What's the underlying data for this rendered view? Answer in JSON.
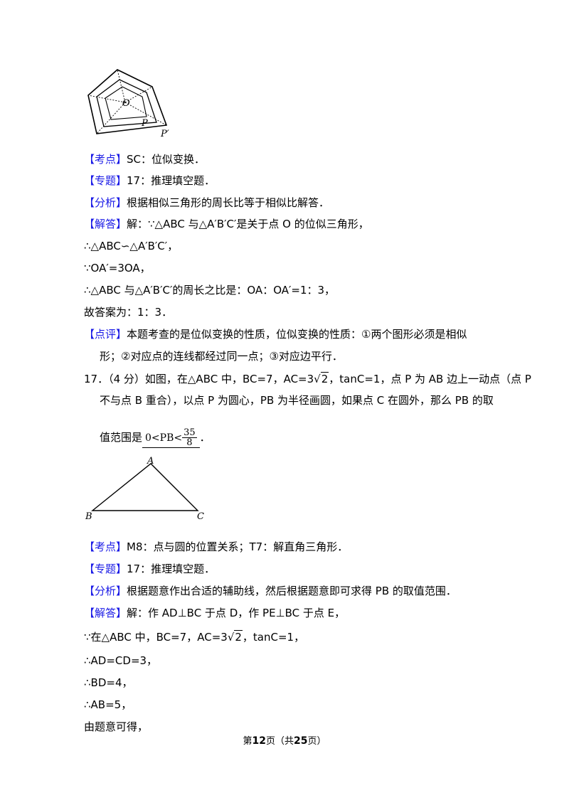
{
  "fig1": {
    "label_o": "O",
    "label_p": "P",
    "label_pp": "P′"
  },
  "q16": {
    "kaodian_tag": "【考点】",
    "kaodian": "SC：位似变换．",
    "zhuanti_tag": "【专题】",
    "zhuanti": "17：推理填空题．",
    "fenxi_tag": "【分析】",
    "fenxi": "根据相似三角形的周长比等于相似比解答．",
    "jieda_tag": "【解答】",
    "jieda": "解：∵△ABC 与△A′B′C′是关于点 O 的位似三角形，",
    "l1": "∴△ABC∽△A′B′C′，",
    "l2": "∵OA′=3OA，",
    "l3": "∴△ABC 与△A′B′C′的周长之比是：OA：OA′=1：3，",
    "l4": "故答案为：1：3．",
    "dianping_tag": "【点评】",
    "dianping1": "本题考查的是位似变换的性质，位似变换的性质：①两个图形必须是相似",
    "dianping2": "形；②对应点的连线都经过同一点；③对应边平行．"
  },
  "q17": {
    "stem_a": "17．（4 分）如图，在△ABC 中，BC=7，AC=3",
    "stem_sqrt": "2",
    "stem_b": "，tanC=1，点 P 为 AB 边上一动点（点 P",
    "stem2": "不与点 B 重合），以点 P 为圆心，PB 为半径画圆，如果点 C 在圆外，那么 PB 的取",
    "stem3_a": "值范围是",
    "answer_left": "0<PB<",
    "answer_num": "35",
    "answer_den": "8",
    "stem3_b": "．",
    "fig_a": "A",
    "fig_b": "B",
    "fig_c": "C",
    "kaodian_tag": "【考点】",
    "kaodian": "M8：点与圆的位置关系；T7：解直角三角形．",
    "zhuanti_tag": "【专题】",
    "zhuanti": "17：推理填空题．",
    "fenxi_tag": "【分析】",
    "fenxi": "根据题意作出合适的辅助线，然后根据题意即可求得 PB 的取值范围．",
    "jieda_tag": "【解答】",
    "jieda": "解：作 AD⊥BC 于点 D，作 PE⊥BC 于点 E，",
    "l1_a": "∵在△ABC 中，BC=7，AC=3",
    "l1_sqrt": "2",
    "l1_b": "，tanC=1，",
    "l2": "∴AD=CD=3，",
    "l3": "∴BD=4，",
    "l4": "∴AB=5，",
    "l5": "由题意可得，"
  },
  "footer": {
    "pre": "第",
    "page": "12",
    "mid": "页（共",
    "total": "25",
    "post": "页）"
  }
}
